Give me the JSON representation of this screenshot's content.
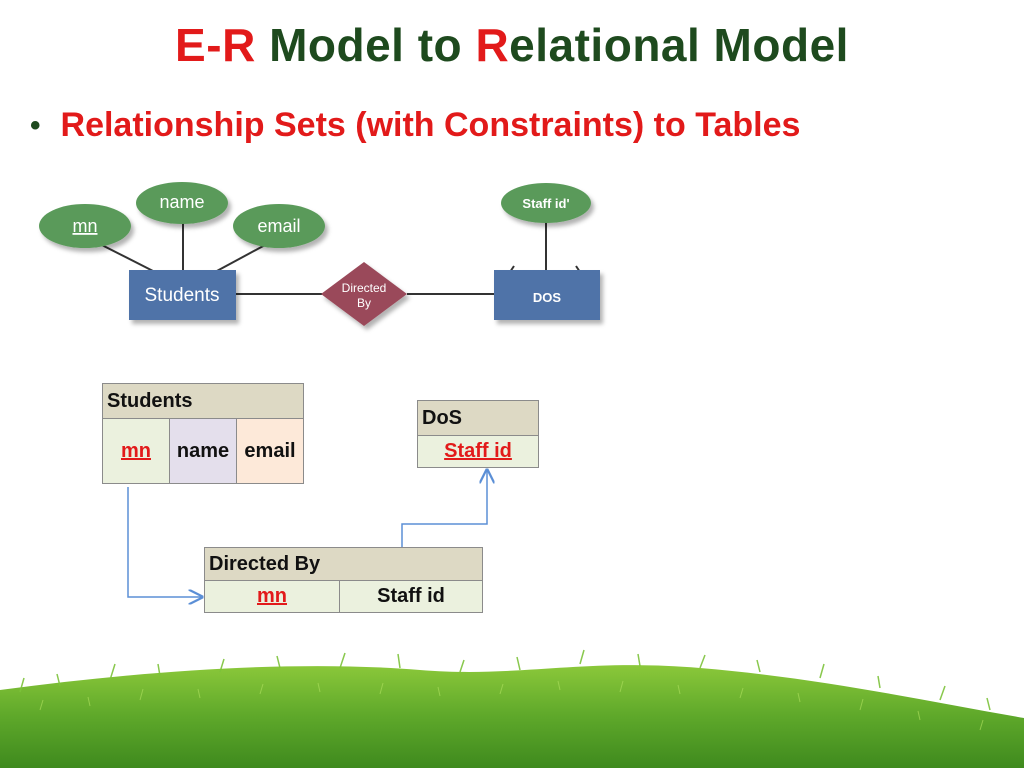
{
  "slide": {
    "title_parts": [
      "E",
      "-",
      "R",
      " Model to ",
      "R",
      "elational Model"
    ],
    "bullet": "Relationship Sets (with Constraints) to Tables"
  },
  "er_diagram": {
    "entities": [
      "Students",
      "DOS"
    ],
    "relationship": [
      "Directed",
      "By"
    ],
    "attributes": [
      "mn",
      "name",
      "email",
      "Staff id'"
    ]
  },
  "tables": {
    "students": {
      "title": "Students",
      "columns": [
        "mn",
        "name",
        "email"
      ]
    },
    "dos": {
      "title": "DoS",
      "columns": [
        "Staff id"
      ]
    },
    "directed_by": {
      "title": "Directed By",
      "columns": [
        "mn",
        "Staff id"
      ]
    }
  },
  "colors": {
    "title_dark": "#1e4a1e",
    "title_red": "#e21a1a",
    "entity_blue": "#4f73a8",
    "attribute_green": "#5a9a5a",
    "relationship_maroon": "#9a4a5a",
    "arrow_blue": "#5b8fd6"
  }
}
